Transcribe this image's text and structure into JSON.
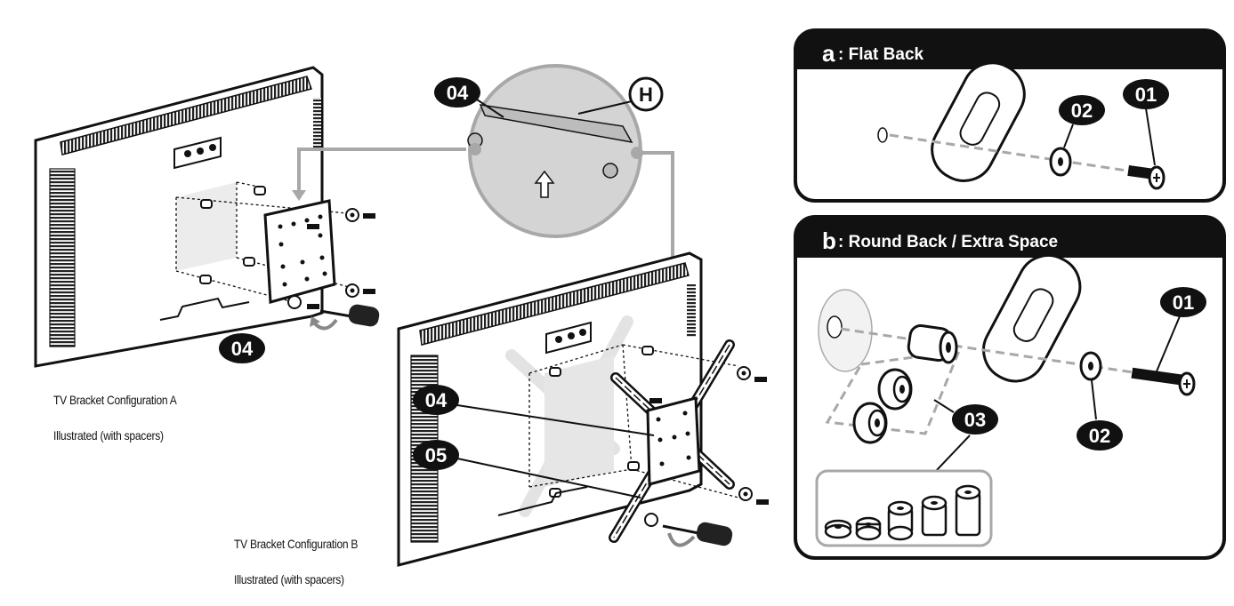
{
  "callouts": {
    "c04": "04",
    "c05": "05",
    "c01": "01",
    "c02": "02",
    "c03": "03",
    "cH": "H"
  },
  "captions": {
    "config_a_line1": "TV Bracket Configuration A",
    "config_a_line2": "Illustrated (with spacers)",
    "config_b_line1": "TV Bracket Configuration B",
    "config_b_line2": "Illustrated (with spacers)"
  },
  "panels": {
    "a": {
      "letter": "a",
      "title": ": Flat Back"
    },
    "b": {
      "letter": "b",
      "title": ": Round Back / Extra Space"
    }
  },
  "icons": [
    "tv-back-icon",
    "bracket-plate-icon",
    "screwdriver-icon",
    "screw-icon",
    "washer-icon",
    "spacer-icon",
    "up-arrow-icon",
    "rotation-arrow-icon"
  ],
  "colors": {
    "ink": "#111111",
    "gray": "#a8a8a8",
    "light_gray": "#d9d9d9",
    "panel_fill": "#ffffff"
  }
}
